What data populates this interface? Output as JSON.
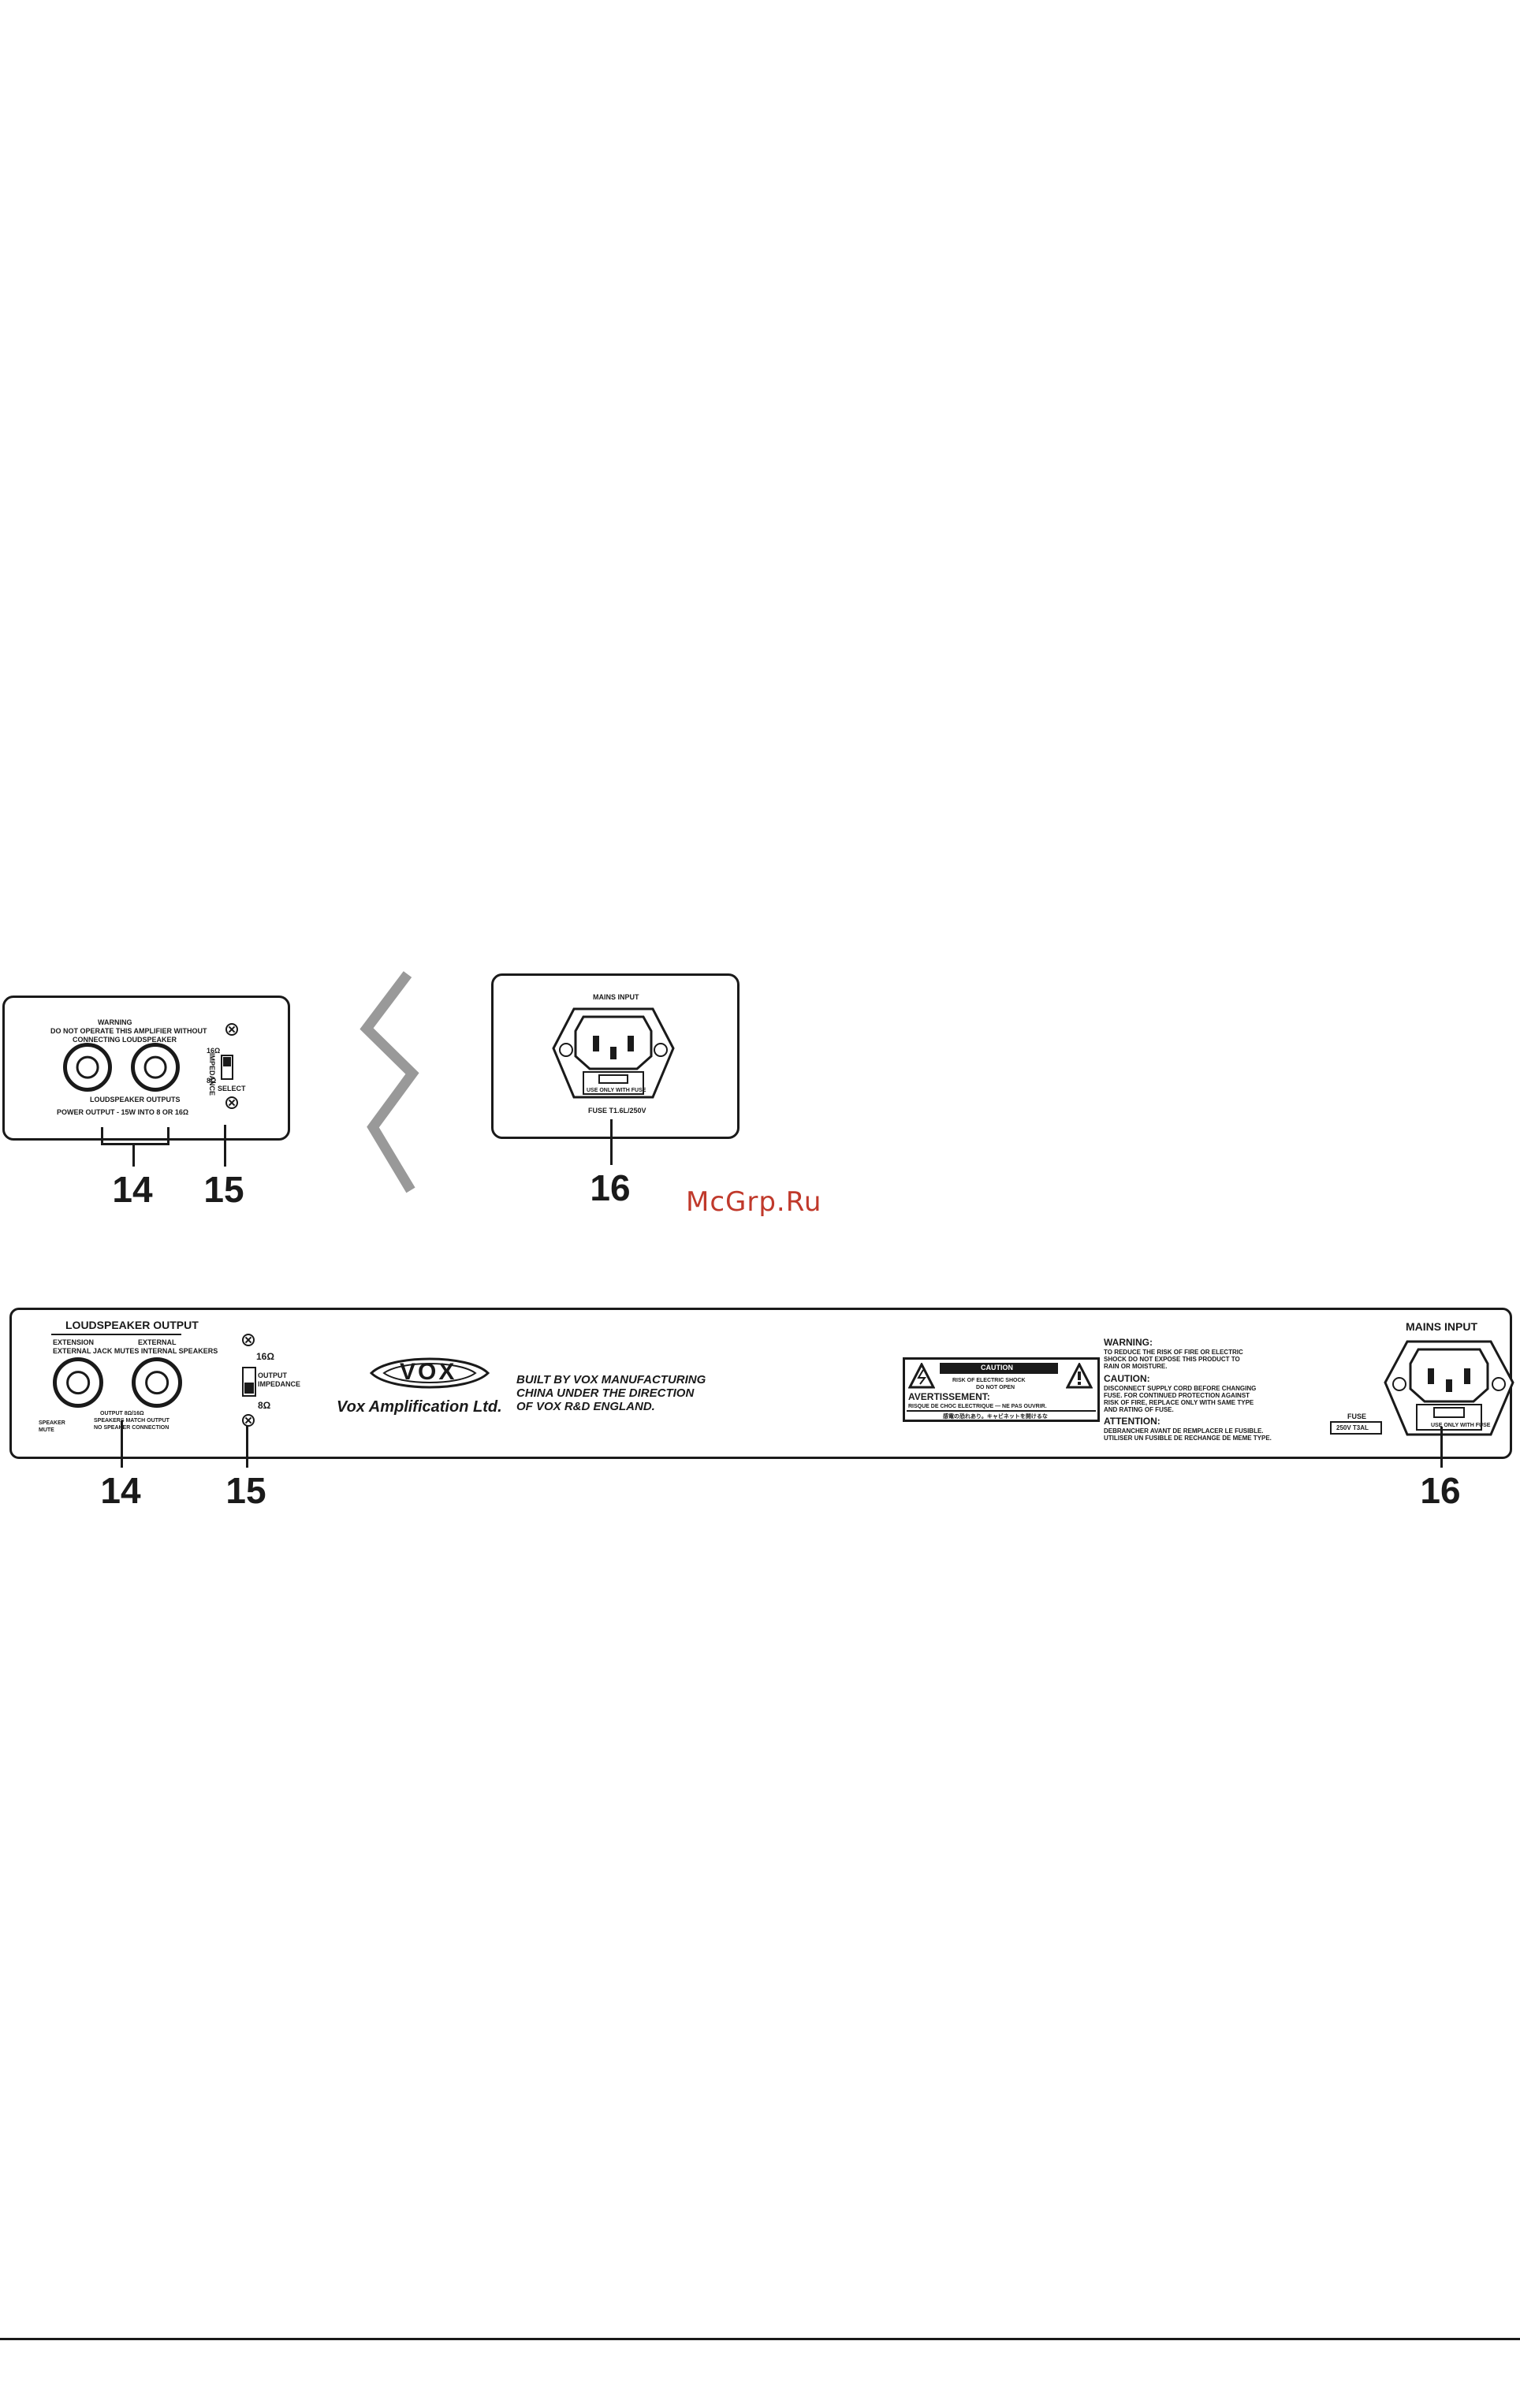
{
  "watermark": "McGrp.Ru",
  "callouts": {
    "top_14": "14",
    "top_15": "15",
    "top_16": "16",
    "bottom_14": "14",
    "bottom_15": "15",
    "bottom_16": "16"
  },
  "top_left_panel": {
    "warning_title": "WARNING",
    "warning_line1": "DO NOT OPERATE THIS AMPLIFIER WITHOUT",
    "warning_line2": "CONNECTING LOUDSPEAKER",
    "outputs_label": "LOUDSPEAKER OUTPUTS",
    "power_output": "POWER OUTPUT - 15W INTO 8 OR 16Ω",
    "impedance_label": "IMPEDANCE",
    "imp_16": "16Ω",
    "imp_8": "8Ω",
    "select_label": "SELECT"
  },
  "top_right_panel": {
    "mains_input": "MAINS INPUT",
    "fuse_note": "USE ONLY WITH FUSE",
    "fuse_rating": "FUSE T1.6L/250V"
  },
  "rear_panel": {
    "loudspeaker_output": "LOUDSPEAKER OUTPUT",
    "extension": "EXTENSION",
    "external": "EXTERNAL",
    "jack_note": "EXTERNAL JACK MUTES INTERNAL SPEAKERS",
    "output_note_1": "OUTPUT 8Ω/16Ω",
    "output_note_2": "SPEAKERS MATCH OUTPUT",
    "output_note_3": "NO SPEAKER CONNECTION",
    "left_note_1": "SPEAKER",
    "left_note_2": "MUTE",
    "imp_16": "16Ω",
    "output_impedance_1": "OUTPUT",
    "output_impedance_2": "IMPEDANCE",
    "imp_8": "8Ω",
    "brand_logo": "VOX",
    "company": "Vox Amplification Ltd.",
    "built_line1": "BUILT BY VOX MANUFACTURING",
    "built_line2": "CHINA UNDER THE DIRECTION",
    "built_line3": "OF VOX R&D ENGLAND.",
    "caution_title": "CAUTION",
    "caution_sub1": "RISK OF ELECTRIC SHOCK",
    "caution_sub2": "DO NOT OPEN",
    "avertissement": "AVERTISSEMENT:",
    "avert_text": "RISQUE DE CHOC ELECTRIQUE — NE PAS OUVRIR.",
    "japanese_text": "感電の恐れあり。キャビネットを開けるな",
    "warning_title": "WARNING:",
    "warning_text1": "TO REDUCE THE RISK OF FIRE OR ELECTRIC",
    "warning_text2": "SHOCK DO NOT EXPOSE THIS PRODUCT TO",
    "warning_text3": "RAIN OR MOISTURE.",
    "caution_head": "CAUTION:",
    "caution_text1": "DISCONNECT SUPPLY CORD BEFORE CHANGING",
    "caution_text2": "FUSE. FOR CONTINUED PROTECTION AGAINST",
    "caution_text3": "RISK OF FIRE, REPLACE ONLY WITH SAME TYPE",
    "caution_text4": "AND RATING OF FUSE.",
    "attention_head": "ATTENTION:",
    "attention_text1": "DEBRANCHER AVANT DE REMPLACER LE FUSIBLE.",
    "attention_text2": "UTILISER UN FUSIBLE DE RECHANGE DE MEME TYPE.",
    "mains_input": "MAINS INPUT",
    "fuse_label": "FUSE",
    "fuse_value": "250V T3AL",
    "fuse_note": "USE ONLY WITH FUSE"
  }
}
